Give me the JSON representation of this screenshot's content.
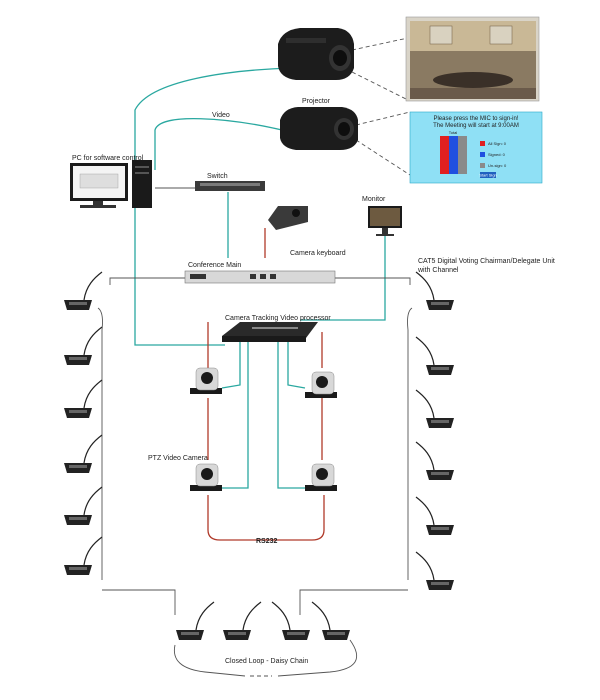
{
  "labels": {
    "projector": "Projector",
    "video": "Video",
    "pc": "PC for  software control",
    "switch": "Switch",
    "monitor": "Monitor",
    "camera_keyboard": "Camera keyboard",
    "conference_main": "Conference Main",
    "delegate_unit_line1": "CAT5 Digital Voting Chairman/Delegate Unit",
    "delegate_unit_line2": "with Channel",
    "tracking_processor": "Camera Tracking Video processor",
    "ptz_camera": "PTZ Video Camera",
    "rs232": "RS232",
    "closed_loop": "Closed Loop - Daisy Chain"
  },
  "screen_vote": {
    "line1": "Please press the MIC to sign-in!",
    "line2": "The Meeting will start at 9:00AM",
    "bar_header": "Total",
    "legend": [
      "All Sign: 0",
      "Signed: 0",
      "Un-sign: 0"
    ],
    "button": "Start Sign",
    "bar_colors": [
      "#e02020",
      "#2050e0",
      "#8a8a8a"
    ]
  },
  "colors": {
    "teal_cable": "#2aa8a0",
    "red_cable": "#b03a2a",
    "dark_cable": "#444444"
  }
}
